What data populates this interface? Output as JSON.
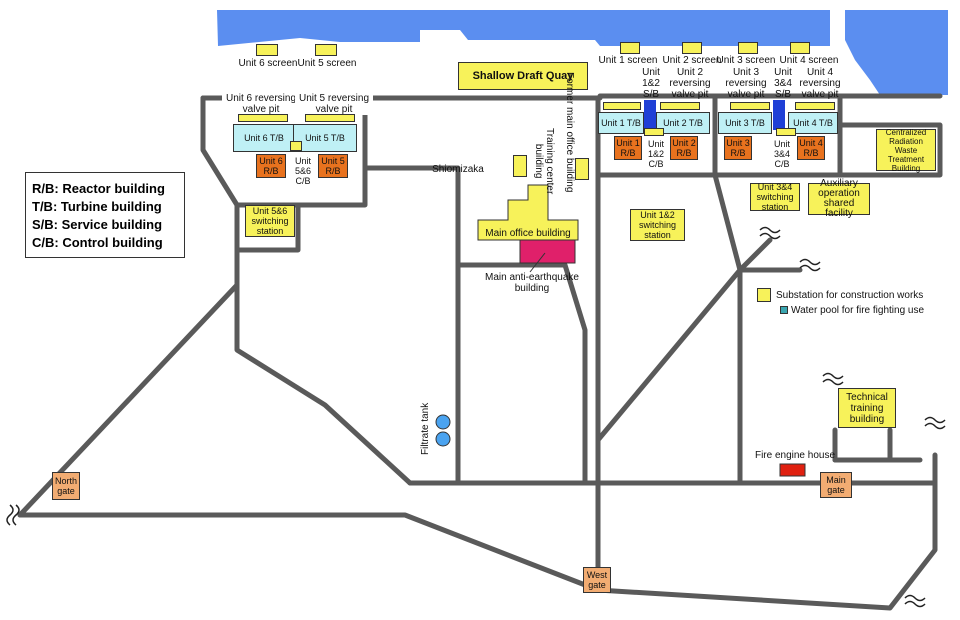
{
  "legend": {
    "rb": "R/B: Reactor building",
    "tb": "T/B: Turbine building",
    "sb": "S/B: Service building",
    "cb": "C/B: Control building"
  },
  "labels": {
    "shallow_draft_quay": "Shallow Draft Quay",
    "unit6_screen": "Unit 6 screen",
    "unit5_screen": "Unit 5 screen",
    "unit1_screen": "Unit 1 screen",
    "unit2_screen": "Unit 2 screen",
    "unit3_screen": "Unit 3 screen",
    "unit4_screen": "Unit 4 screen",
    "unit12_sb": "Unit\n1&2\nS/B",
    "unit34_sb": "Unit\n3&4\nS/B",
    "unit2_valve": "Unit 2\nreversing\nvalve pit",
    "unit3_valve": "Unit 3\nreversing\nvalve pit",
    "unit4_valve": "Unit 4\nreversing\nvalve pit",
    "unit6_valve": "Unit 6 reversing\nvalve pit",
    "unit5_valve": "Unit 5 reversing\nvalve pit",
    "unit6_tb": "Unit 6 T/B",
    "unit5_tb": "Unit 5 T/B",
    "unit6_rb": "Unit 6\nR/B",
    "unit5_rb": "Unit 5\nR/B",
    "unit56_cb": "Unit\n5&6\nC/B",
    "unit1_tb": "Unit 1 T/B",
    "unit2_tb": "Unit 2 T/B",
    "unit3_tb": "Unit 3 T/B",
    "unit4_tb": "Unit 4 T/B",
    "unit1_rb": "Unit 1\nR/B",
    "unit2_rb": "Unit 2\nR/B",
    "unit3_rb": "Unit 3\nR/B",
    "unit4_rb": "Unit 4\nR/B",
    "unit12_cb": "Unit\n1&2\nC/B",
    "unit34_cb": "Unit\n3&4\nC/B",
    "centralized": "Centralized\nRadiation Waste\nTreatment\nBuilding",
    "unit56_switching": "Unit 5&6\nswitching\nstation",
    "shiomizaka": "Shiomizaka",
    "training_center": "Training center\nbuilding",
    "former_main_office": "Former main office building",
    "main_office": "Main office building",
    "main_anti_eq": "Main anti-earthquake\nbuilding",
    "unit12_switching": "Unit 1&2\nswitching\nstation",
    "unit34_switching": "Unit 3&4\nswitching\nstation",
    "auxiliary": "Auxiliary\noperation\nshared facility",
    "substation_legend": "Substation for construction works",
    "water_pool_legend": "Water pool for fire fighting use",
    "technical_training": "Technical\ntraining\nbuilding",
    "fire_engine_house": "Fire engine house",
    "filtrate_tank": "Filtrate tank",
    "north_gate": "North\ngate",
    "west_gate": "West\ngate",
    "main_gate": "Main\ngate"
  },
  "colors": {
    "sea": "#5b8ef0",
    "road": "#5a5a5a",
    "building_yellow": "#f7f25a",
    "reactor_orange": "#e8721e",
    "turbine_cyan": "#bff0f5",
    "service_blue": "#1f3fd6",
    "anti_earthquake_pink": "#e0206a",
    "fire_engine_red": "#e02010",
    "gate_orange": "#f2ac72",
    "tank_blue": "#4aa3f0",
    "water_pool_teal": "#3aa6b0"
  }
}
